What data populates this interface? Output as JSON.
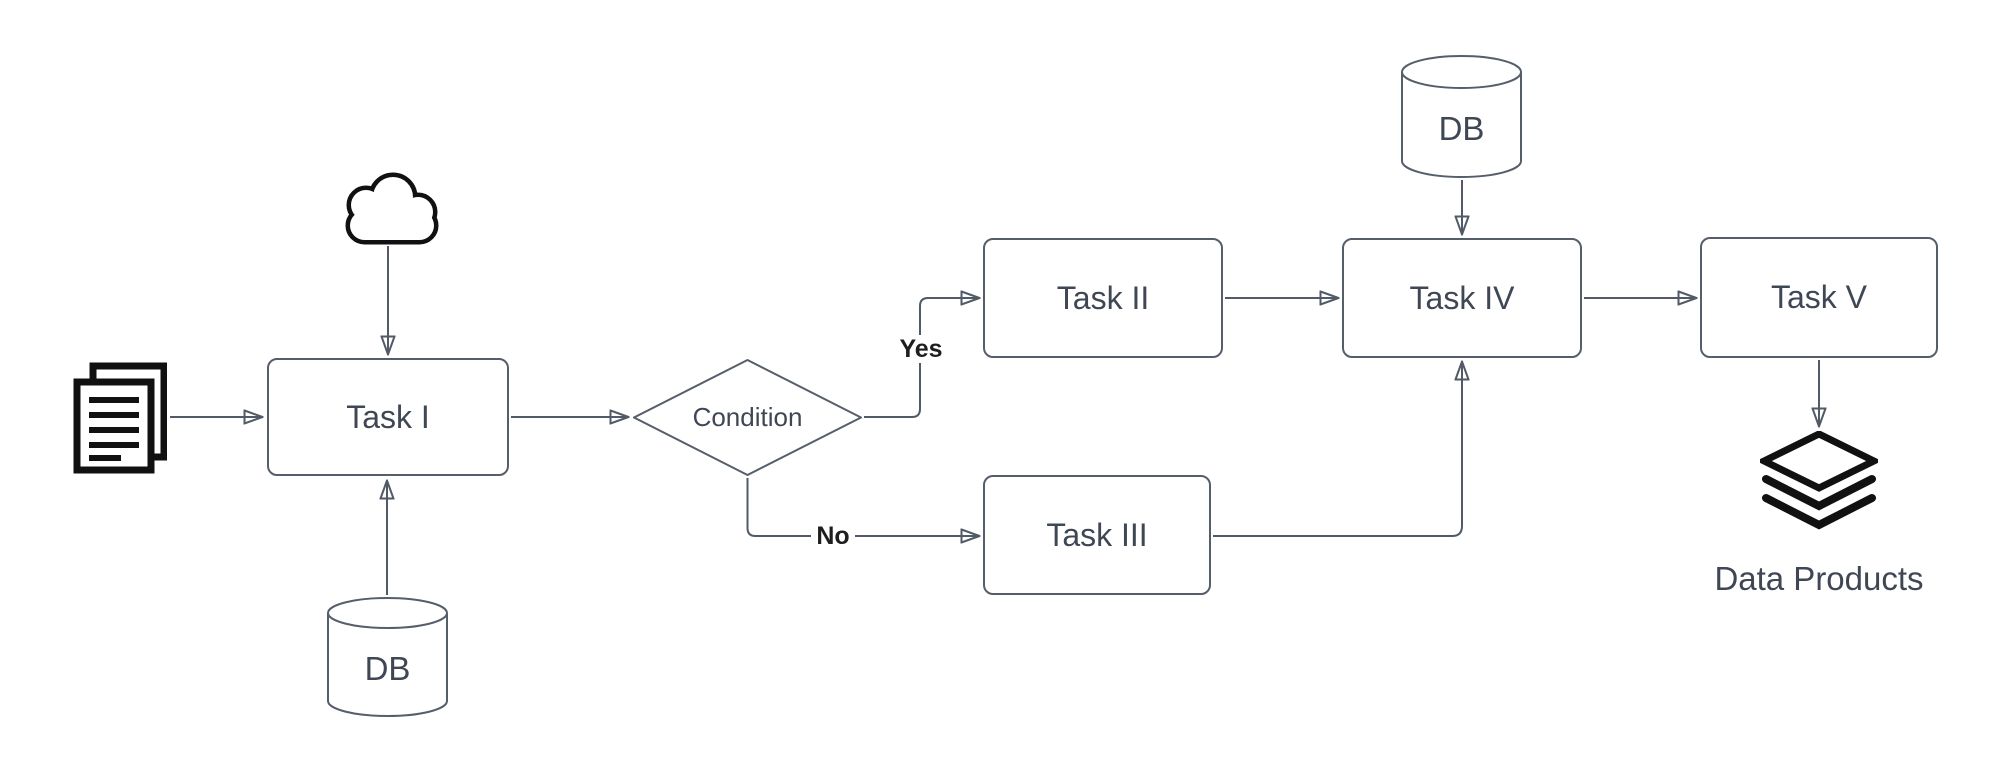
{
  "diagram": {
    "title": "task pipeline flowchart",
    "nodes": {
      "documents": {
        "type": "icon",
        "icon": "documents-icon",
        "label": ""
      },
      "cloud": {
        "type": "icon",
        "icon": "cloud-icon",
        "label": ""
      },
      "task_i": {
        "type": "process",
        "label": "Task I"
      },
      "db_source": {
        "type": "database",
        "label": "DB"
      },
      "condition": {
        "type": "decision",
        "label": "Condition"
      },
      "task_ii": {
        "type": "process",
        "label": "Task II"
      },
      "task_iii": {
        "type": "process",
        "label": "Task III"
      },
      "db_lookup": {
        "type": "database",
        "label": "DB"
      },
      "task_iv": {
        "type": "process",
        "label": "Task IV"
      },
      "task_v": {
        "type": "process",
        "label": "Task V"
      },
      "data_products": {
        "type": "icon",
        "icon": "layers-icon",
        "label": "Data Products"
      }
    },
    "edges": [
      {
        "from": "documents",
        "to": "task_i",
        "label": ""
      },
      {
        "from": "cloud",
        "to": "task_i",
        "label": ""
      },
      {
        "from": "db_source",
        "to": "task_i",
        "label": ""
      },
      {
        "from": "task_i",
        "to": "condition",
        "label": ""
      },
      {
        "from": "condition",
        "to": "task_ii",
        "label": "Yes"
      },
      {
        "from": "condition",
        "to": "task_iii",
        "label": "No"
      },
      {
        "from": "task_ii",
        "to": "task_iv",
        "label": ""
      },
      {
        "from": "task_iii",
        "to": "task_iv",
        "label": ""
      },
      {
        "from": "db_lookup",
        "to": "task_iv",
        "label": ""
      },
      {
        "from": "task_iv",
        "to": "task_v",
        "label": ""
      },
      {
        "from": "task_v",
        "to": "data_products",
        "label": ""
      }
    ],
    "colors": {
      "background": "#ffffff",
      "connector": "#515a66",
      "arrowhead": "#3c4452",
      "node_border": "#565e6a",
      "node_text": "#3f4754",
      "branch_label_text": "#1e1e1e",
      "icon": "#111111"
    }
  }
}
